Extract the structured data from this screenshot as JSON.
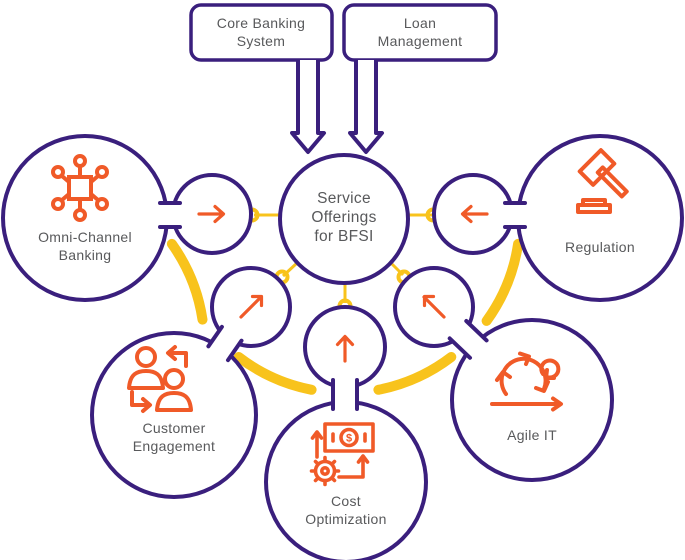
{
  "colors": {
    "purple": "#3a1f7d",
    "orange": "#f05a28",
    "yellow": "#f8c31c",
    "label_gray": "#58595b",
    "background": "#ffffff"
  },
  "top_boxes": [
    {
      "name": "core-banking-system",
      "line1": "Core Banking",
      "line2": "System"
    },
    {
      "name": "loan-management",
      "line1": "Loan",
      "line2": "Management"
    }
  ],
  "center_node": {
    "line1": "Service",
    "line2": "Offerings",
    "line3": "for BFSI"
  },
  "satellite_nodes": [
    {
      "name": "omni-channel-banking",
      "line1": "Omni-Channel",
      "line2": "Banking",
      "icon": "network-nodes-icon",
      "direction_arrow": "right"
    },
    {
      "name": "regulation",
      "line1": "Regulation",
      "icon": "gavel-icon",
      "direction_arrow": "left"
    },
    {
      "name": "customer-engagement",
      "line1": "Customer",
      "line2": "Engagement",
      "icon": "people-exchange-icon",
      "direction_arrow": "up-right"
    },
    {
      "name": "cost-optimization",
      "line1": "Cost",
      "line2": "Optimization",
      "icon": "money-gear-icon",
      "direction_arrow": "up"
    },
    {
      "name": "agile-it",
      "line1": "Agile IT",
      "icon": "agile-sprint-icon",
      "direction_arrow": "up-left"
    }
  ],
  "glyphs": {
    "dollar_sign": "$"
  }
}
